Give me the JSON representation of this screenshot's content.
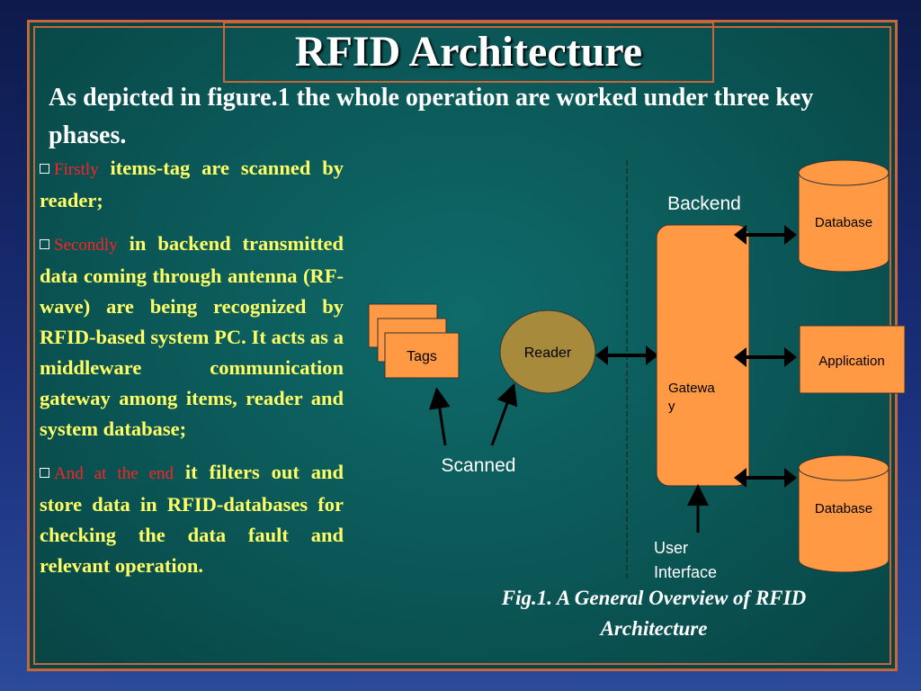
{
  "slide": {
    "title": "RFID Architecture",
    "intro": "As depicted in figure.1 the whole operation are worked under three key phases."
  },
  "phases": [
    {
      "lead": "Firstly",
      "text": " items-tag are scanned by reader;"
    },
    {
      "lead": "Secondly",
      "text": " in backend transmitted data coming through antenna (RF-wave) are being recognized by RFID-based system PC. It acts as a middleware communication gateway among items, reader and system database;"
    },
    {
      "lead": "And at the end",
      "text": " it filters out and store data in RFID-databases for checking the data fault and relevant operation."
    }
  ],
  "diagram": {
    "tags_label": "Tags",
    "reader_label": "Reader",
    "scanned_label": "Scanned",
    "backend_label": "Backend",
    "gateway_label_1": "Gatewa",
    "gateway_label_2": "y",
    "database_top_label": "Database",
    "application_label": "Application",
    "database_bottom_label": "Database",
    "user_interface_1": "User",
    "user_interface_2": "Interface"
  },
  "caption": {
    "line1": "Fig.1. A General Overview of RFID",
    "line2": "Architecture"
  },
  "colors": {
    "frame_border": "#c8663a",
    "panel": "#0b5656",
    "orange_fill": "#ff9944",
    "reader_fill": "#a88a3c",
    "yellow_text": "#ffff66",
    "red_text": "#ff2222"
  }
}
